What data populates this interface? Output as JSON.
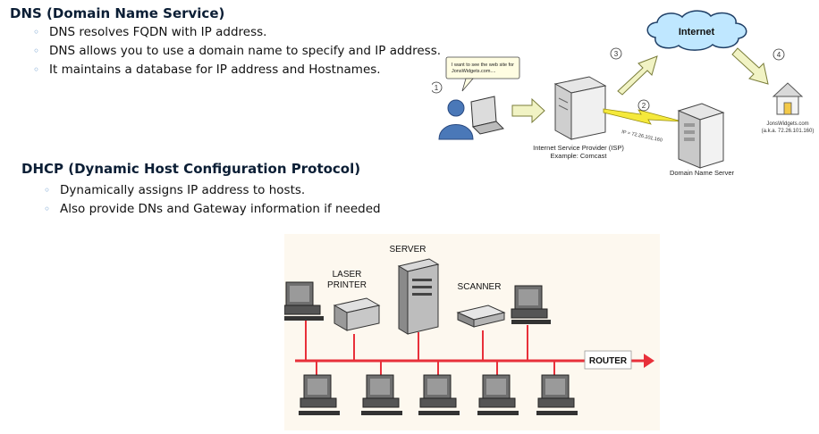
{
  "dns": {
    "heading": "DNS (Domain Name Service)",
    "bullets": [
      "DNS resolves FQDN with IP address.",
      "DNS allows you to use a domain name to specify and IP address.",
      "It maintains a database for IP address and Hostnames."
    ]
  },
  "dhcp": {
    "heading": "DHCP (Dynamic Host Configuration Protocol)",
    "bullets": [
      "Dynamically assigns IP address to hosts.",
      "Also provide DNs and Gateway information if needed"
    ]
  },
  "dns_diagram": {
    "cloud_label": "Internet",
    "bubble_line1": "I want to see the web site for",
    "bubble_line2": "JonsWidgets.com....",
    "step1": "1",
    "step2": "2",
    "step3": "3",
    "step4": "4",
    "ip_label": "IP = 72.26.101.160",
    "isp_line1": "Internet Service Provider (ISP)",
    "isp_line2": "Example: Comcast",
    "dns_server_label": "Domain Name Server",
    "site_line1": "JonsWidgets.com",
    "site_line2": "(a.k.a. 72.26.101.160)"
  },
  "dhcp_diagram": {
    "server_label": "SERVER",
    "printer_line1": "LASER",
    "printer_line2": "PRINTER",
    "scanner_label": "SCANNER",
    "router_label": "ROUTER"
  },
  "colors": {
    "heading": "#0b1e35",
    "bullet_marker": "#5a8fc7",
    "cloud_fill": "#bfe7ff",
    "arrow_fill": "#f1f3c4",
    "network_line": "#e8303a",
    "lightning": "#f5e93b"
  }
}
